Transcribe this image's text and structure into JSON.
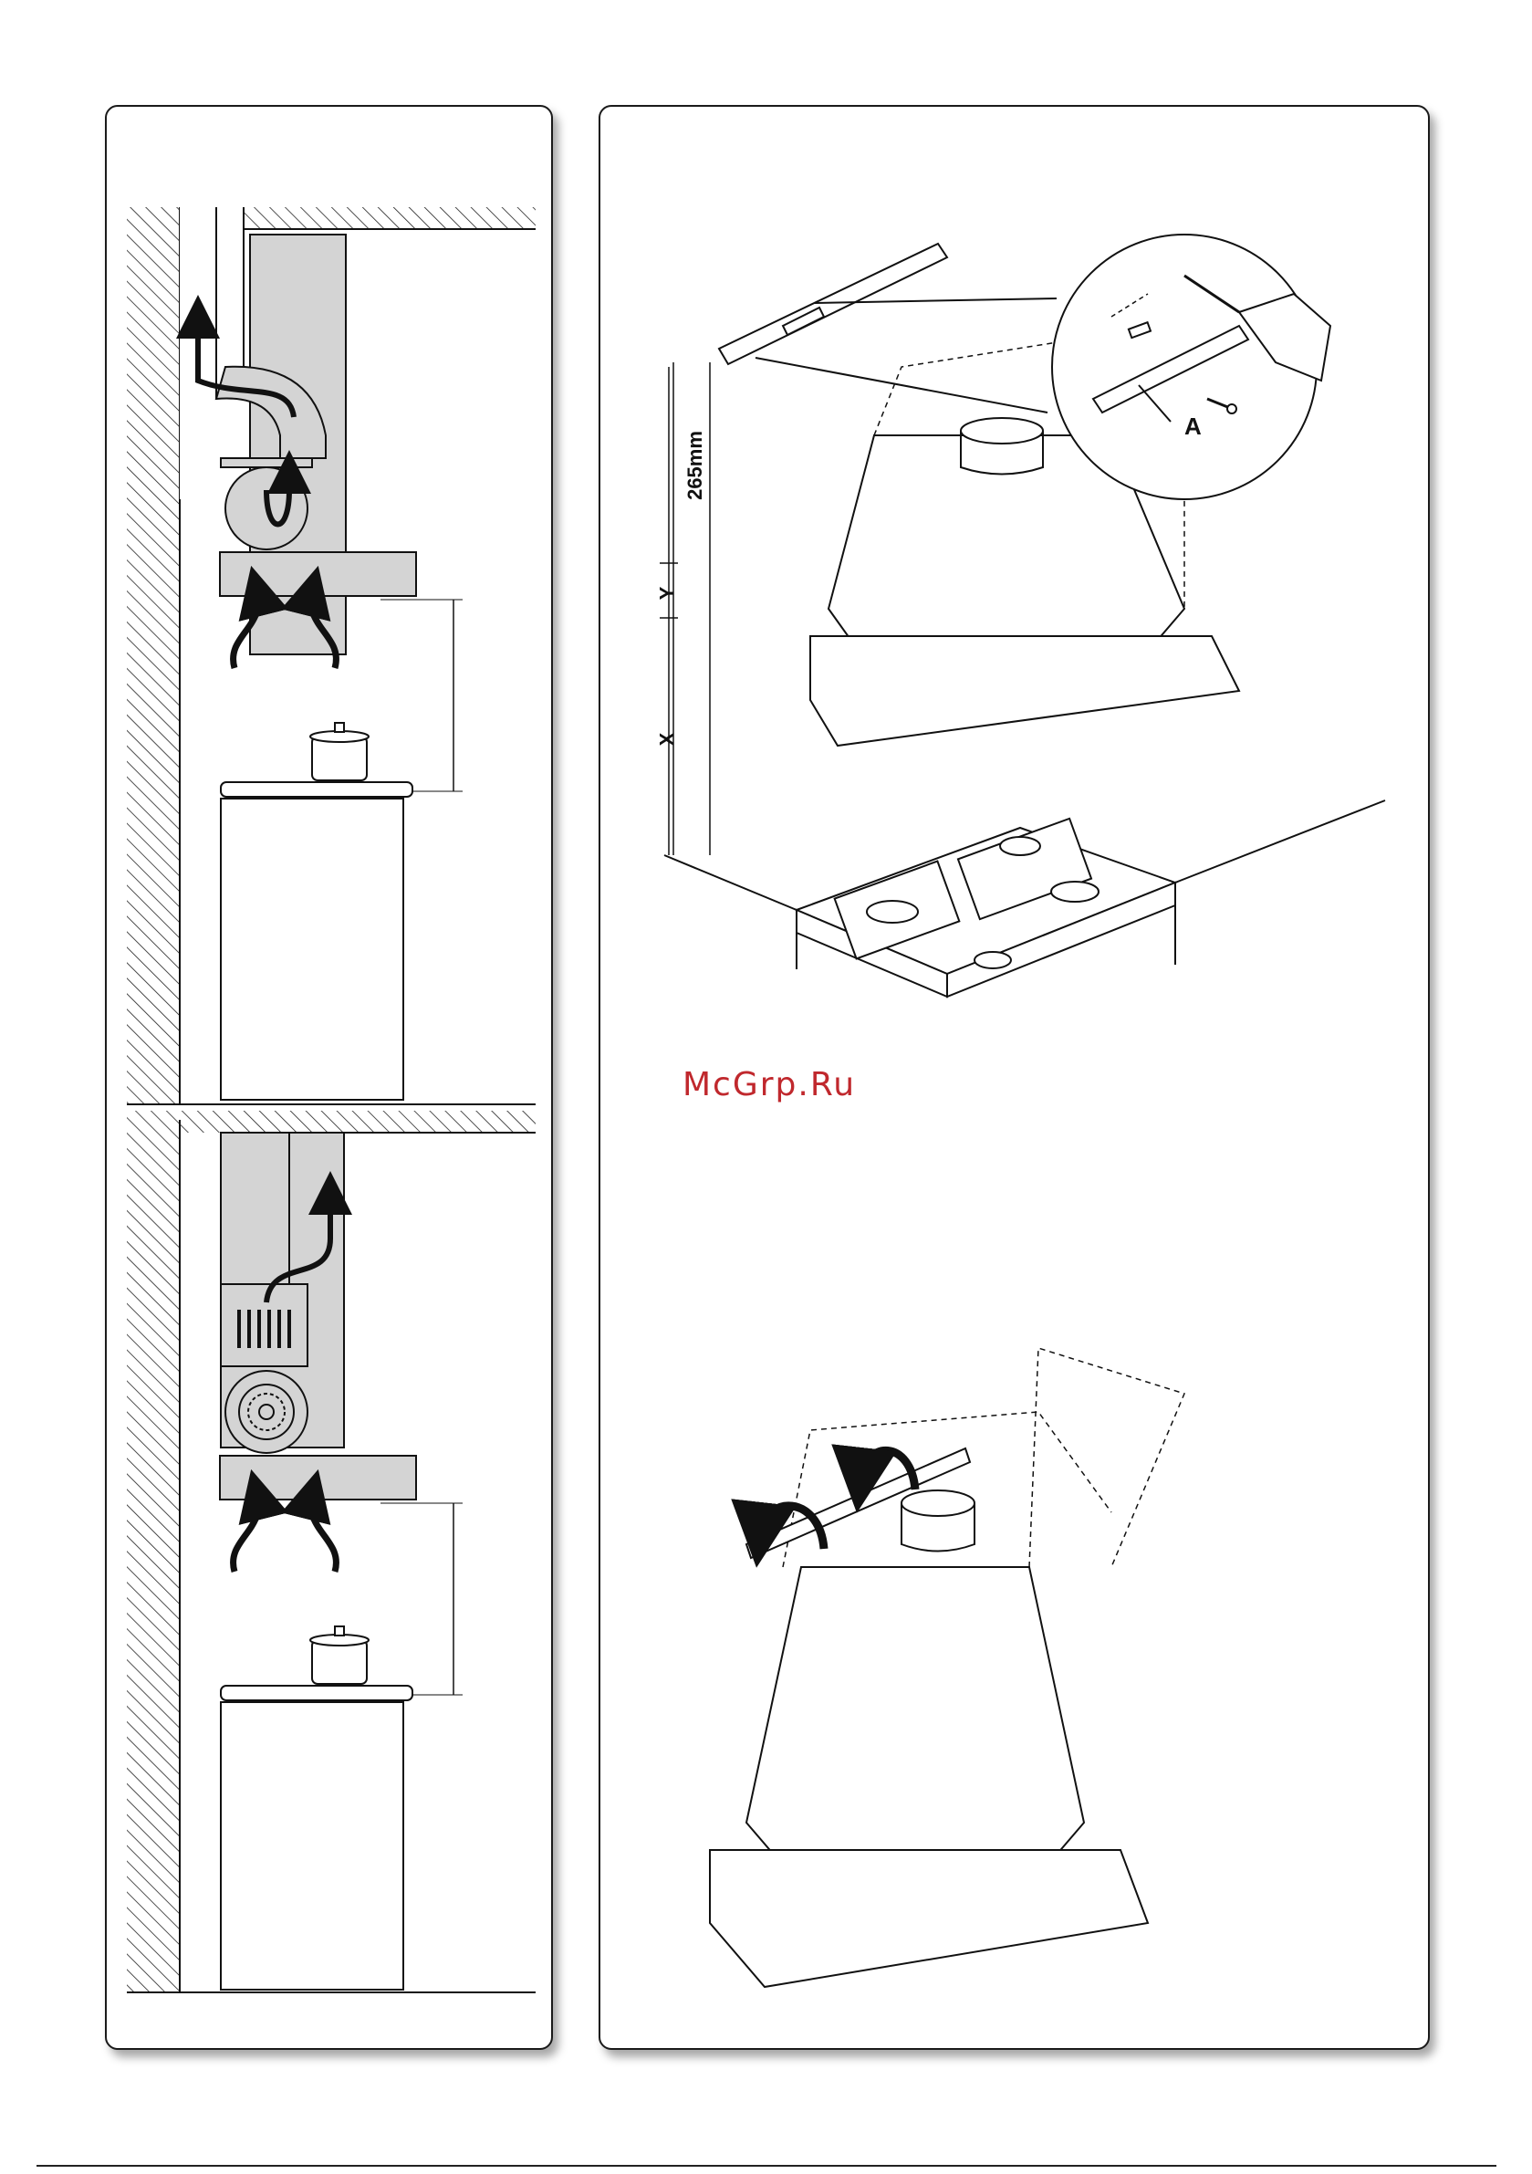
{
  "labels": {
    "dim_265": "265mm",
    "dim_y": "Y",
    "dim_x": "X",
    "part_a": "A"
  },
  "watermark": "McGrp.Ru",
  "colors": {
    "duct_gray": "#d4d4d4",
    "wall_hatch": "#222222",
    "watermark": "#c0282d",
    "outline": "#1a1a1a"
  },
  "icons": [
    "airflow-arrow-icon",
    "drill-icon",
    "screw-icon",
    "rotate-arrow-icon",
    "pot-icon"
  ]
}
